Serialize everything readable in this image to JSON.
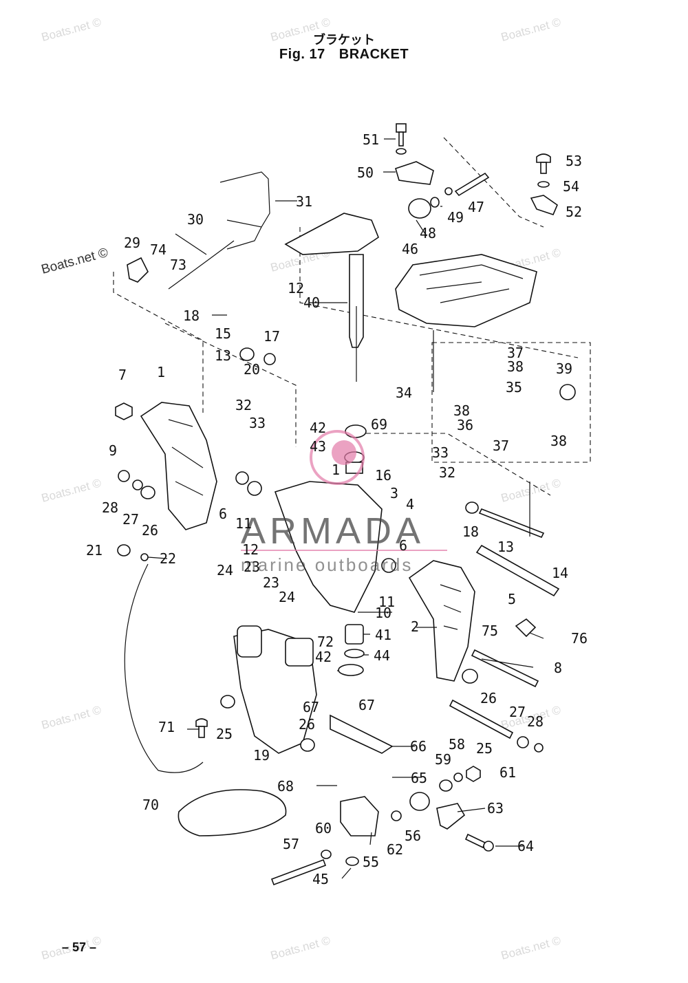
{
  "header": {
    "title_jp": "ブラケット",
    "fig_label": "Fig. 17",
    "title_en": "BRACKET"
  },
  "watermark": {
    "text": "Boats.net ©",
    "text_prominent": "Boats.net ©"
  },
  "logo": {
    "brand": "ARMADA",
    "tagline": "marine outboards",
    "accent_color": "#e27aa8"
  },
  "footer": {
    "page_number": "– 57 –"
  },
  "callouts": [
    "1",
    "2",
    "3",
    "4",
    "5",
    "6",
    "7",
    "8",
    "9",
    "10",
    "11",
    "12",
    "13",
    "14",
    "15",
    "16",
    "17",
    "18",
    "19",
    "20",
    "21",
    "22",
    "23",
    "24",
    "25",
    "26",
    "27",
    "28",
    "29",
    "30",
    "31",
    "32",
    "33",
    "34",
    "35",
    "36",
    "37",
    "38",
    "39",
    "40",
    "41",
    "42",
    "43",
    "44",
    "45",
    "46",
    "47",
    "48",
    "49",
    "50",
    "51",
    "52",
    "53",
    "54",
    "55",
    "56",
    "57",
    "58",
    "59",
    "60",
    "61",
    "62",
    "63",
    "64",
    "65",
    "66",
    "67",
    "68",
    "69",
    "70",
    "71",
    "72",
    "73",
    "74",
    "75",
    "76"
  ]
}
